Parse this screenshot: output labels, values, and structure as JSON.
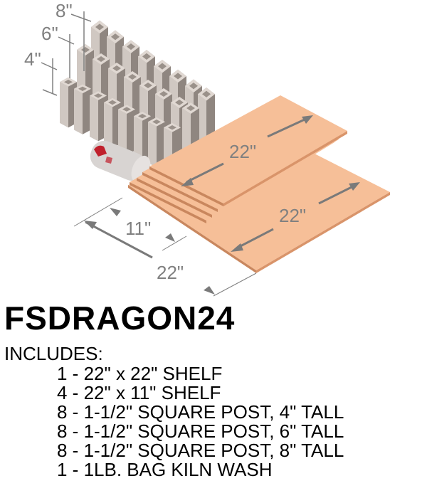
{
  "product": {
    "title": "FSDRAGON24",
    "includes_label": "INCLUDES:",
    "items": [
      "1 - 22\" x 22\" SHELF",
      "4 - 22\" x 11\" SHELF",
      "8 - 1-1/2\" SQUARE POST, 4\" TALL",
      "8 - 1-1/2\" SQUARE POST, 6\" TALL",
      "8 - 1-1/2\" SQUARE POST, 8\" TALL",
      "1 - 1LB. BAG KILN WASH"
    ]
  },
  "illustration": {
    "post_labels": {
      "tall": "8\"",
      "medium": "6\"",
      "short": "4\""
    },
    "shelf_labels": {
      "half_length": "22\"",
      "full_length": "22\"",
      "half_width": "11\"",
      "full_width": "22\""
    },
    "colors": {
      "shelf": "#f6bf98",
      "shelf_edge": "#c9875e",
      "post_light": "#c8bfb8",
      "post_dark": "#8f8680",
      "dimension": "#808080",
      "bag_red": "#c0202c"
    }
  }
}
